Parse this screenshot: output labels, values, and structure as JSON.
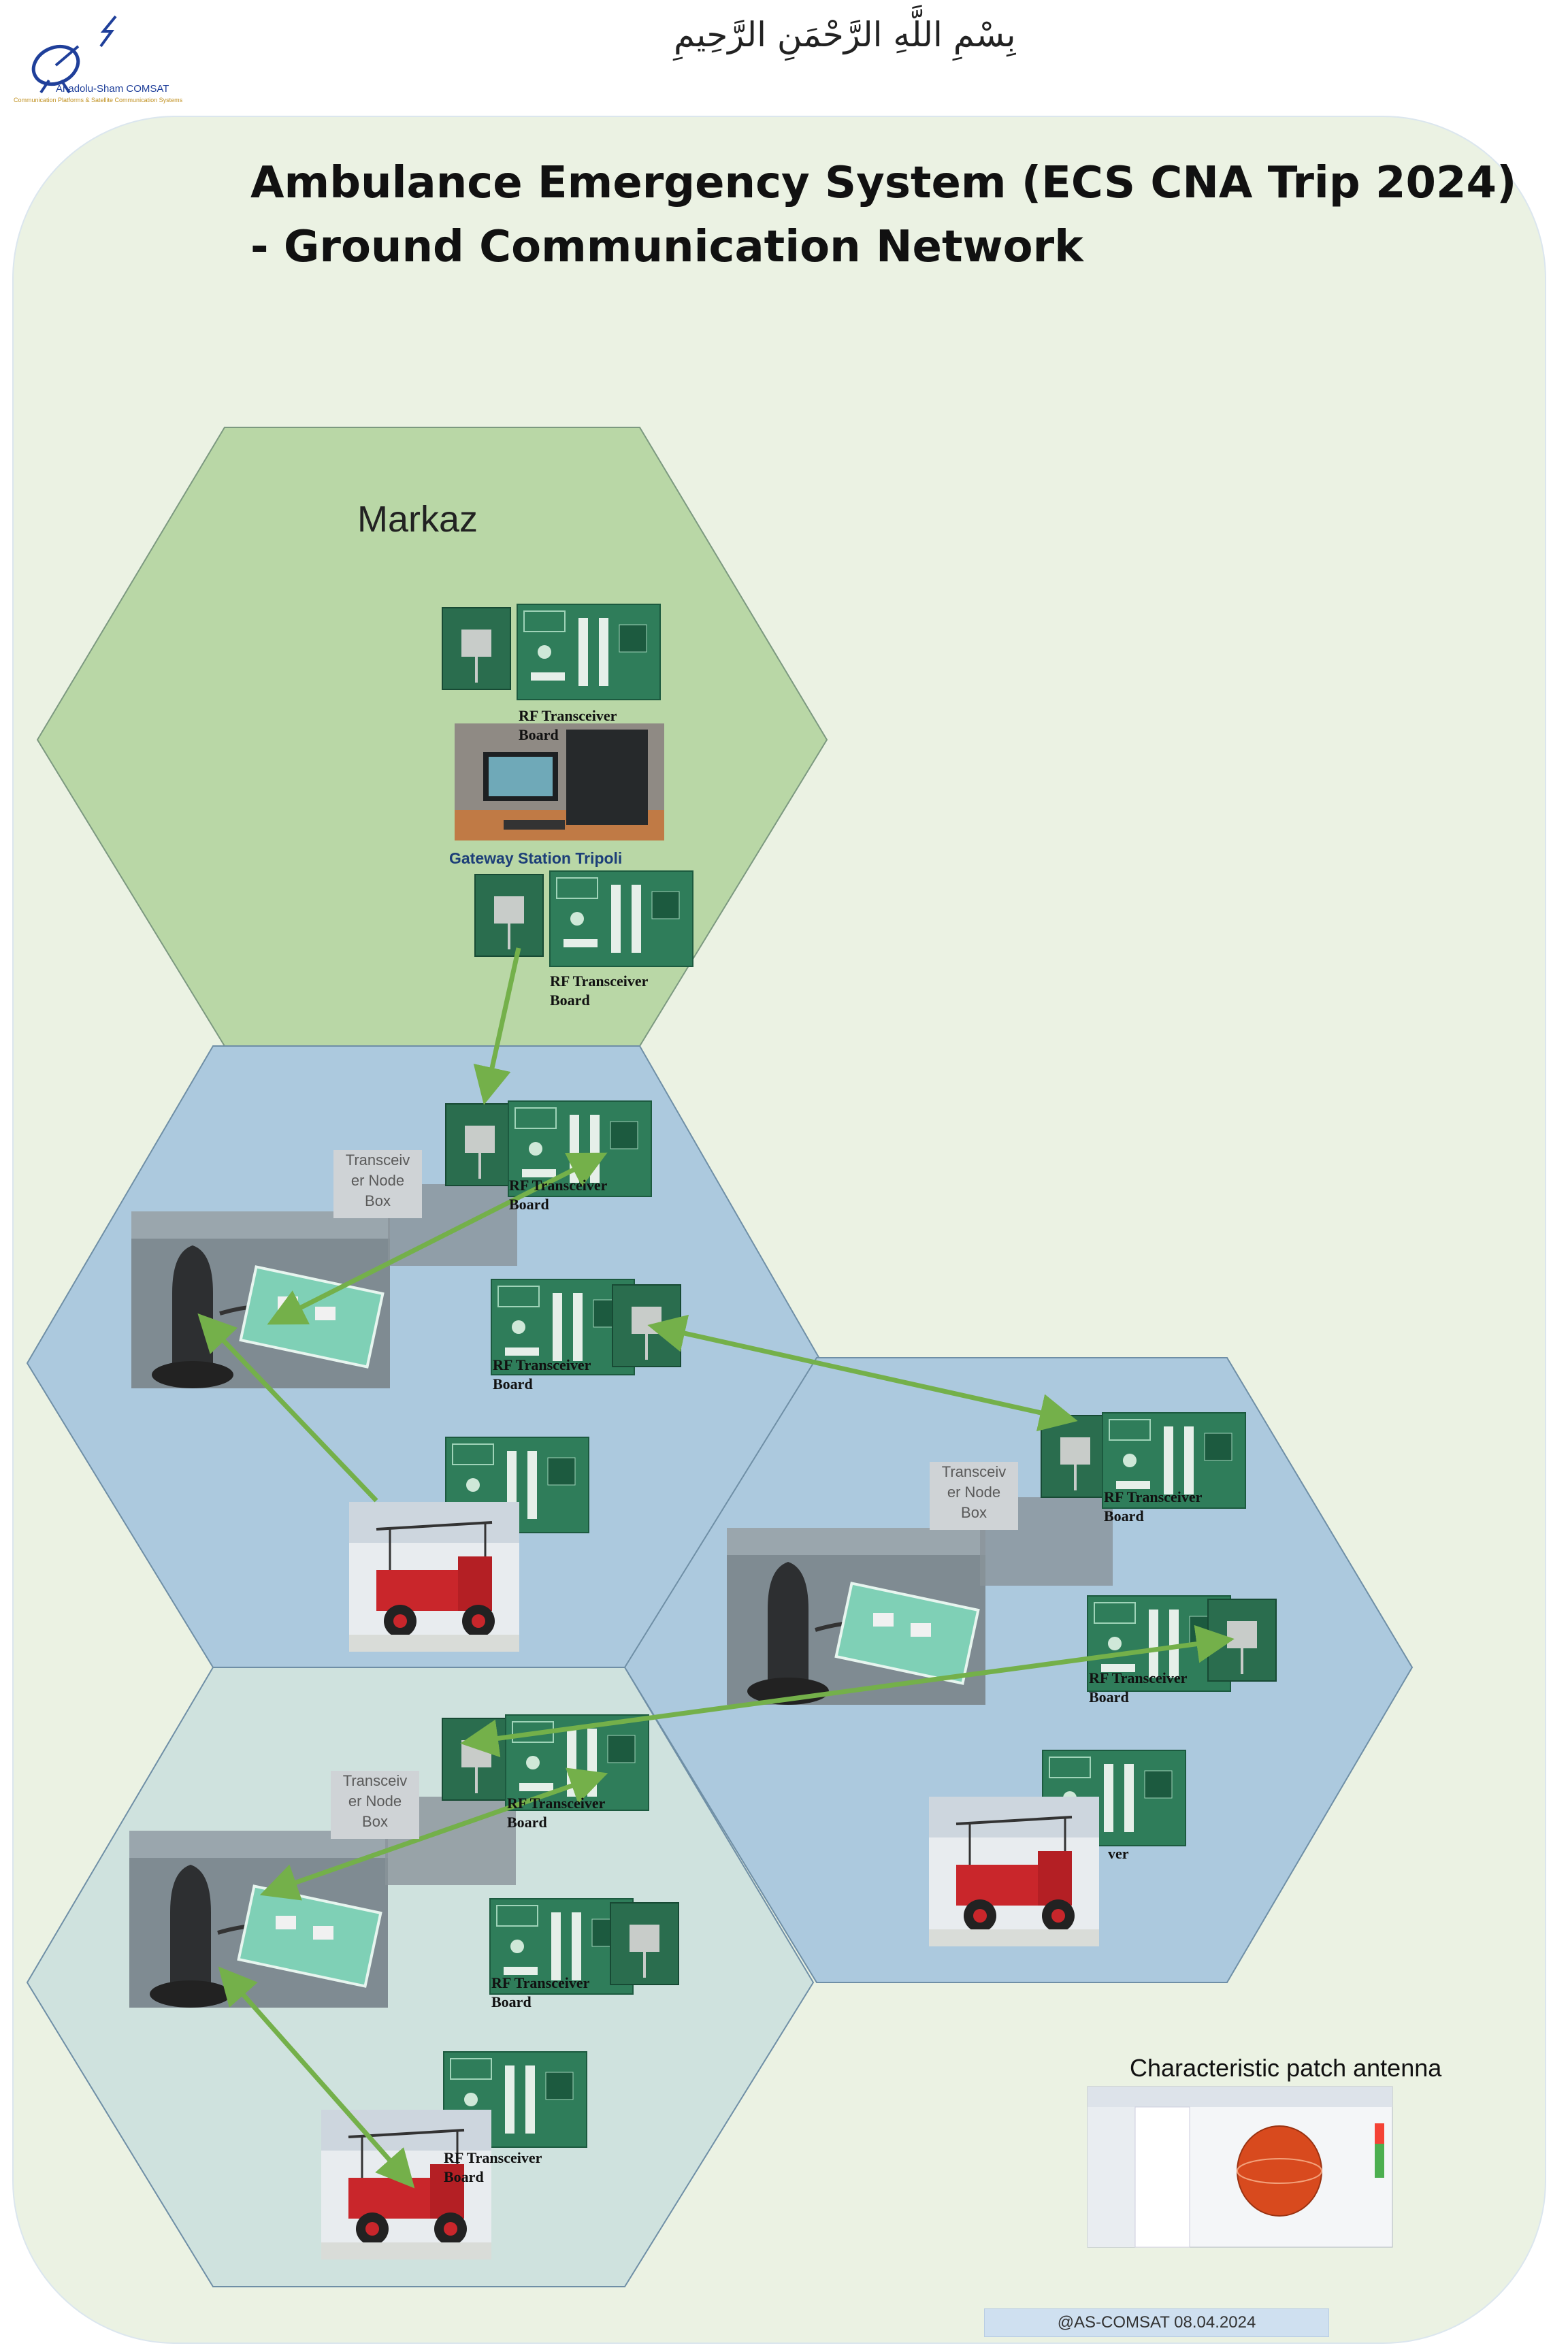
{
  "header": {
    "bismillah": "بِسْمِ اللَّهِ الرَّحْمَنِ الرَّحِيمِ",
    "logo_name": "Anadolu-Sham COMSAT",
    "logo_tagline": "Communication Platforms & Satellite Communication Systems"
  },
  "title": {
    "line1": "Ambulance Emergency System (ECS CNA Trip 2024)",
    "line2": "- Ground Communication Network"
  },
  "cells": {
    "markaz_label": "Markaz"
  },
  "labels": {
    "rf_board": "RF Transceiver Board",
    "rf_board_line1": "RF Transceiver",
    "rf_board_line2": "Board",
    "gateway": "Gateway Station Tripoli",
    "node_box": "Transceiver Node Box",
    "node_box_l1": "Transceiv",
    "node_box_l2": "er Node",
    "node_box_l3": "Box",
    "partial_ver": "ver"
  },
  "antenna": {
    "title": "Characteristic patch antenna"
  },
  "footer": {
    "credit": "@AS-COMSAT 08.04.2024"
  },
  "colors": {
    "panel": "#ebf2e3",
    "hex_markaz": "#b9d7a6",
    "hex_blue": "#acc9de",
    "hex_pale": "#cfe2de",
    "arrow": "#74b04a",
    "board": "#2f7d5a"
  }
}
